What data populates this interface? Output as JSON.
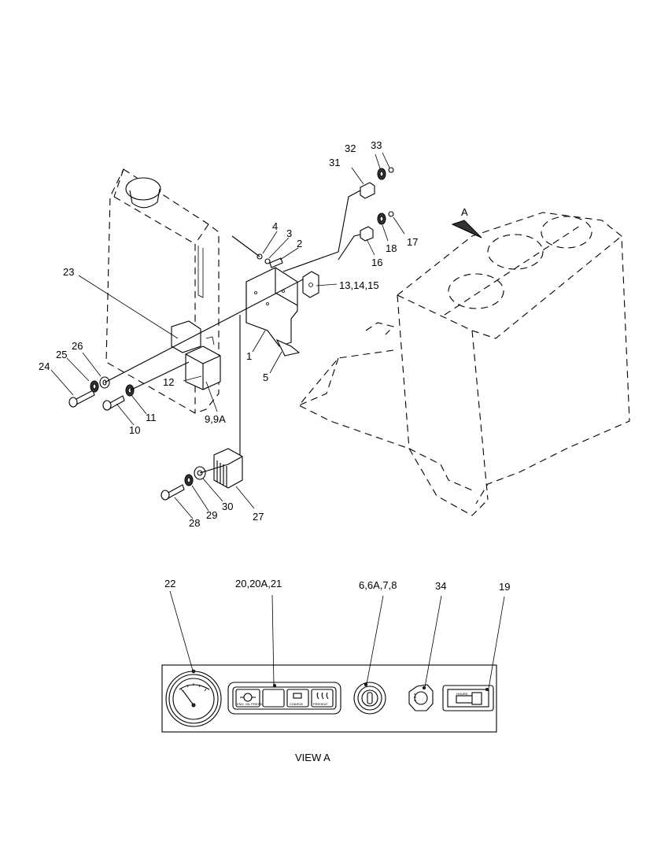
{
  "callouts": {
    "c1": "1",
    "c2": "2",
    "c3": "3",
    "c4": "4",
    "c5": "5",
    "c6_8": "6,6A,7,8",
    "c9": "9,9A",
    "c10": "10",
    "c11": "11",
    "c12": "12",
    "c13_15": "13,14,15",
    "c16": "16",
    "c17": "17",
    "c18": "18",
    "c19": "19",
    "c20_21": "20,20A,21",
    "c22": "22",
    "c23": "23",
    "c24": "24",
    "c25": "25",
    "c26": "26",
    "c27": "27",
    "c28": "28",
    "c29": "29",
    "c30": "30",
    "c31": "31",
    "c32": "32",
    "c33": "33",
    "c34": "34"
  },
  "view_marker": "A",
  "view_caption": "VIEW  A",
  "indicator_labels": {
    "engine_oil": "ENG. OIL PRESS.",
    "charge": "CHARGE",
    "preheat": "PREHEAT",
    "hours": "HOURS"
  }
}
